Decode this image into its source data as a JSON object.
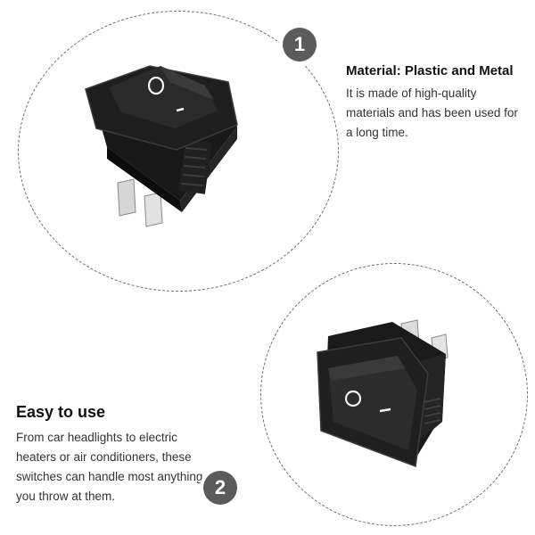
{
  "features": [
    {
      "number": "1",
      "title": "Material: Plastic and Metal",
      "description": "It is made of high-quality materials and has been used for a long time."
    },
    {
      "number": "2",
      "title": "Easy to use",
      "description": "From car headlights to electric heaters or air conditioners, these switches can handle most anything you throw at them."
    }
  ],
  "switch": {
    "on_symbol": "I",
    "off_symbol": "O"
  },
  "colors": {
    "badge": "#5b5b5b",
    "switch_body": "#1a1a1a",
    "terminal": "#d8d8d8",
    "circle_border": "#6b6b6b"
  },
  "icons": [
    "rocker-switch-image",
    "number-badge"
  ]
}
